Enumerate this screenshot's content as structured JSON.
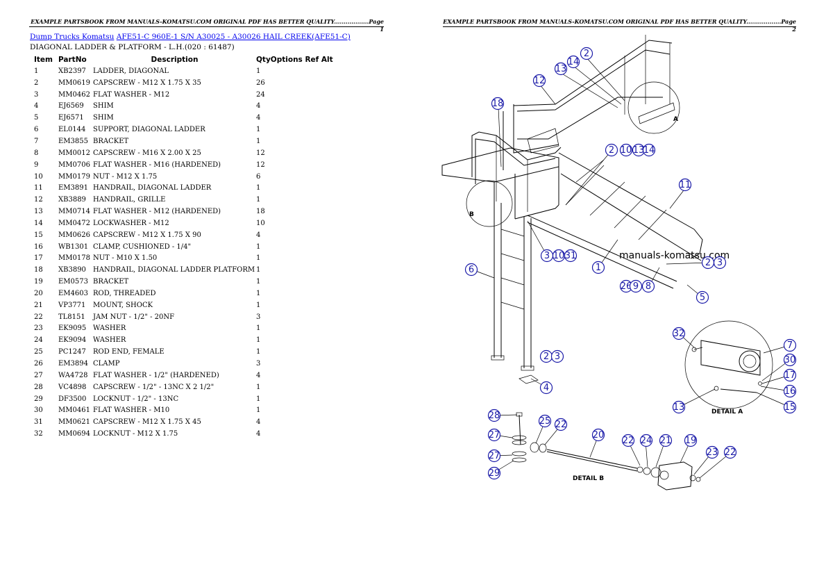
{
  "header": {
    "left": "EXAMPLE PARTSBOOK FROM MANUALS-KOMATSU.COM ORIGINAL PDF HAS BETTER QUALITY..................Page 1",
    "right": "EXAMPLE PARTSBOOK FROM MANUALS-KOMATSU.COM ORIGINAL PDF HAS BETTER QUALITY..................Page 2"
  },
  "breadcrumb": {
    "link1": "Dump Trucks Komatsu",
    "link2": "AFE51-C 960E-1 S/N A30025 - A30026 HAIL CREEK(AFE51-C)"
  },
  "subtitle": "DIAGONAL LADDER & PLATFORM - L.H.(020 : 61487)",
  "columns": [
    "Item",
    "PartNo",
    "Description",
    "Qty",
    "Options",
    "Ref",
    "Alt"
  ],
  "rows": [
    {
      "item": "1",
      "part": "XB2397",
      "desc": "LADDER, DIAGONAL",
      "qty": "1"
    },
    {
      "item": "2",
      "part": "MM0619",
      "desc": "CAPSCREW - M12 X 1.75 X 35",
      "qty": "26"
    },
    {
      "item": "3",
      "part": "MM0462",
      "desc": "FLAT WASHER - M12",
      "qty": "24"
    },
    {
      "item": "4",
      "part": "EJ6569",
      "desc": "SHIM",
      "qty": "4"
    },
    {
      "item": "5",
      "part": "EJ6571",
      "desc": "SHIM",
      "qty": "4"
    },
    {
      "item": "6",
      "part": "EL0144",
      "desc": "SUPPORT, DIAGONAL LADDER",
      "qty": "1"
    },
    {
      "item": "7",
      "part": "EM3855",
      "desc": "BRACKET",
      "qty": "1"
    },
    {
      "item": "8",
      "part": "MM0012",
      "desc": "CAPSCREW - M16 X 2.00 X 25",
      "qty": "12"
    },
    {
      "item": "9",
      "part": "MM0706",
      "desc": "FLAT WASHER - M16 (HARDENED)",
      "qty": "12"
    },
    {
      "item": "10",
      "part": "MM0179",
      "desc": "NUT - M12 X 1.75",
      "qty": "6"
    },
    {
      "item": "11",
      "part": "EM3891",
      "desc": "HANDRAIL, DIAGONAL LADDER",
      "qty": "1"
    },
    {
      "item": "12",
      "part": "XB3889",
      "desc": "HANDRAIL, GRILLE",
      "qty": "1"
    },
    {
      "item": "13",
      "part": "MM0714",
      "desc": "FLAT WASHER - M12 (HARDENED)",
      "qty": "18"
    },
    {
      "item": "14",
      "part": "MM0472",
      "desc": "LOCKWASHER - M12",
      "qty": "10"
    },
    {
      "item": "15",
      "part": "MM0626",
      "desc": "CAPSCREW - M12 X 1.75 X 90",
      "qty": "4"
    },
    {
      "item": "16",
      "part": "WB1301",
      "desc": "CLAMP, CUSHIONED - 1/4\"",
      "qty": "1"
    },
    {
      "item": "17",
      "part": "MM0178",
      "desc": "NUT - M10 X 1.50",
      "qty": "1"
    },
    {
      "item": "18",
      "part": "XB3890",
      "desc": "HANDRAIL, DIAGONAL LADDER PLATFORM",
      "qty": "1"
    },
    {
      "item": "19",
      "part": "EM0573",
      "desc": "BRACKET",
      "qty": "1"
    },
    {
      "item": "20",
      "part": "EM4603",
      "desc": "ROD, THREADED",
      "qty": "1"
    },
    {
      "item": "21",
      "part": "VP3771",
      "desc": "MOUNT, SHOCK",
      "qty": "1"
    },
    {
      "item": "22",
      "part": "TL8151",
      "desc": "JAM NUT - 1/2\" - 20NF",
      "qty": "3"
    },
    {
      "item": "23",
      "part": "EK9095",
      "desc": "WASHER",
      "qty": "1"
    },
    {
      "item": "24",
      "part": "EK9094",
      "desc": "WASHER",
      "qty": "1"
    },
    {
      "item": "25",
      "part": "PC1247",
      "desc": "ROD END, FEMALE",
      "qty": "1"
    },
    {
      "item": "26",
      "part": "EM3894",
      "desc": "CLAMP",
      "qty": "3"
    },
    {
      "item": "27",
      "part": "WA4728",
      "desc": "FLAT WASHER - 1/2\" (HARDENED)",
      "qty": "4"
    },
    {
      "item": "28",
      "part": "VC4898",
      "desc": "CAPSCREW - 1/2\" - 13NC X 2 1/2\"",
      "qty": "1"
    },
    {
      "item": "29",
      "part": "DF3500",
      "desc": "LOCKNUT - 1/2\" - 13NC",
      "qty": "1"
    },
    {
      "item": "30",
      "part": "MM0461",
      "desc": "FLAT WASHER - M10",
      "qty": "1"
    },
    {
      "item": "31",
      "part": "MM0621",
      "desc": "CAPSCREW - M12 X 1.75 X 45",
      "qty": "4"
    },
    {
      "item": "32",
      "part": "MM0694",
      "desc": "LOCKNUT - M12 X 1.75",
      "qty": "4"
    }
  ],
  "drawing": {
    "watermark": "manuals-komatsu.com",
    "detail_a": "DETAIL A",
    "detail_b": "DETAIL B",
    "view_a": "A",
    "view_b": "B",
    "callouts": [
      "2",
      "14",
      "13",
      "12",
      "18",
      "2",
      "10",
      "13",
      "14",
      "11",
      "3",
      "10",
      "31",
      "1",
      "2",
      "3",
      "26",
      "9",
      "8",
      "5",
      "6",
      "2",
      "3",
      "4",
      "32",
      "7",
      "30",
      "17",
      "16",
      "13",
      "15",
      "28",
      "25",
      "22",
      "20",
      "27",
      "27",
      "29",
      "22",
      "24",
      "21",
      "19",
      "23",
      "22"
    ]
  },
  "colors": {
    "link": "#0000ee",
    "callout": "#1a1aa8"
  }
}
